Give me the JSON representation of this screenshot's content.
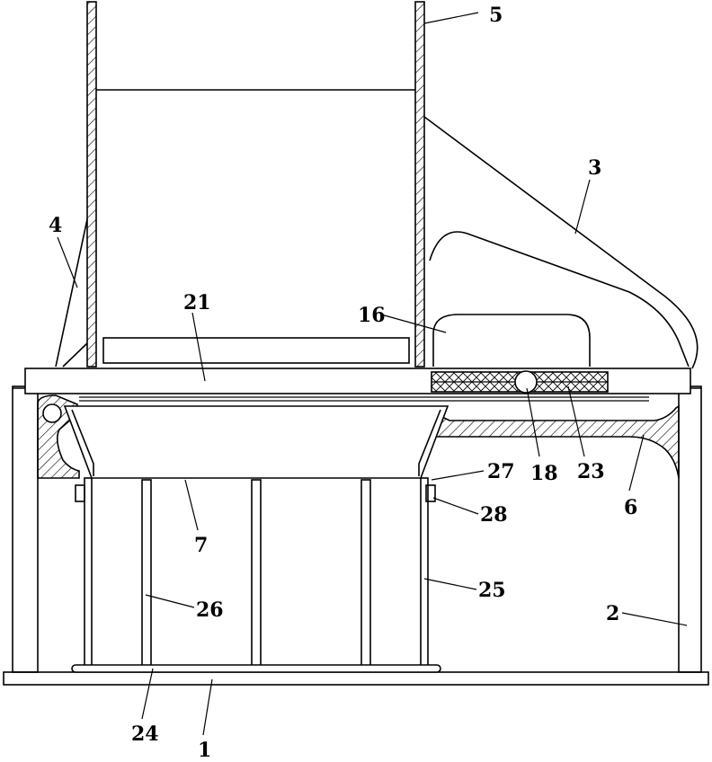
{
  "labels": {
    "l1": "1",
    "l2": "2",
    "l3": "3",
    "l4": "4",
    "l5": "5",
    "l6": "6",
    "l7": "7",
    "l16": "16",
    "l18": "18",
    "l21": "21",
    "l23": "23",
    "l24": "24",
    "l25": "25",
    "l26": "26",
    "l27": "27",
    "l28": "28"
  }
}
